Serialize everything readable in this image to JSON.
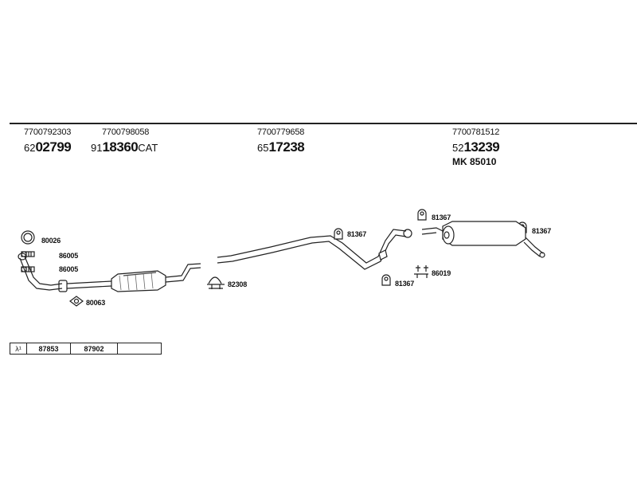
{
  "parts": [
    {
      "part_number": "7700792303",
      "code_prefix": "62",
      "code_main": "02799",
      "code_suffix": ""
    },
    {
      "part_number": "7700798058",
      "code_prefix": "91",
      "code_main": "18360",
      "code_suffix": "CAT"
    },
    {
      "part_number": "7700779658",
      "code_prefix": "65",
      "code_main": "17238",
      "code_suffix": ""
    },
    {
      "part_number": "7700781512",
      "code_prefix": "52",
      "code_main": "13239",
      "code_suffix": ""
    }
  ],
  "kit": "MK  85010",
  "components": {
    "ring": "80026",
    "bolt_upper": "86005",
    "bolt_lower": "86005",
    "gasket": "80063",
    "clamp": "82308",
    "hanger_mid": "81367",
    "hanger_low": "81367",
    "hanger_rear_left": "81367",
    "hanger_rear_right": "81367",
    "bolts_rear": "86019"
  },
  "footer": {
    "lambda_symbol": "λ¹",
    "cells": [
      "87853",
      "87902",
      ""
    ]
  }
}
